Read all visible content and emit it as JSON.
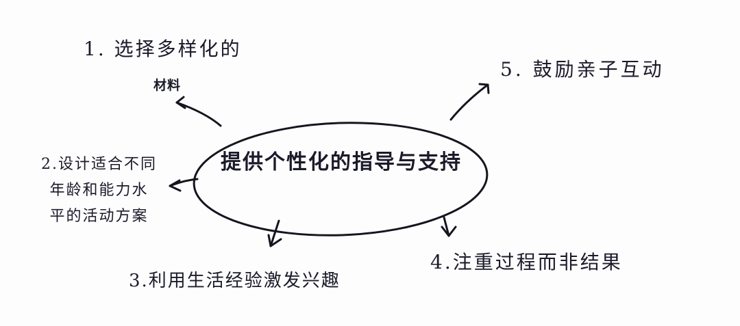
{
  "diagram": {
    "type": "mind-map",
    "style": "hand-drawn",
    "center": {
      "label": "提供个性化的指导与支持",
      "shape": "ellipse"
    },
    "branches": [
      {
        "number": "1",
        "lines": [
          "1. 选择多样化的",
          "材料"
        ]
      },
      {
        "number": "2",
        "lines": [
          "2.设计适合不同",
          "年龄和能力水",
          "平的活动方案"
        ]
      },
      {
        "number": "3",
        "lines": [
          "3.利用生活经验激发兴趣"
        ]
      },
      {
        "number": "4",
        "lines": [
          "4.注重过程而非结果"
        ]
      },
      {
        "number": "5",
        "lines": [
          "5. 鼓励亲子互动"
        ]
      }
    ],
    "colors": {
      "ink": "#1a1a2a",
      "background": "#fdfdfd"
    }
  }
}
